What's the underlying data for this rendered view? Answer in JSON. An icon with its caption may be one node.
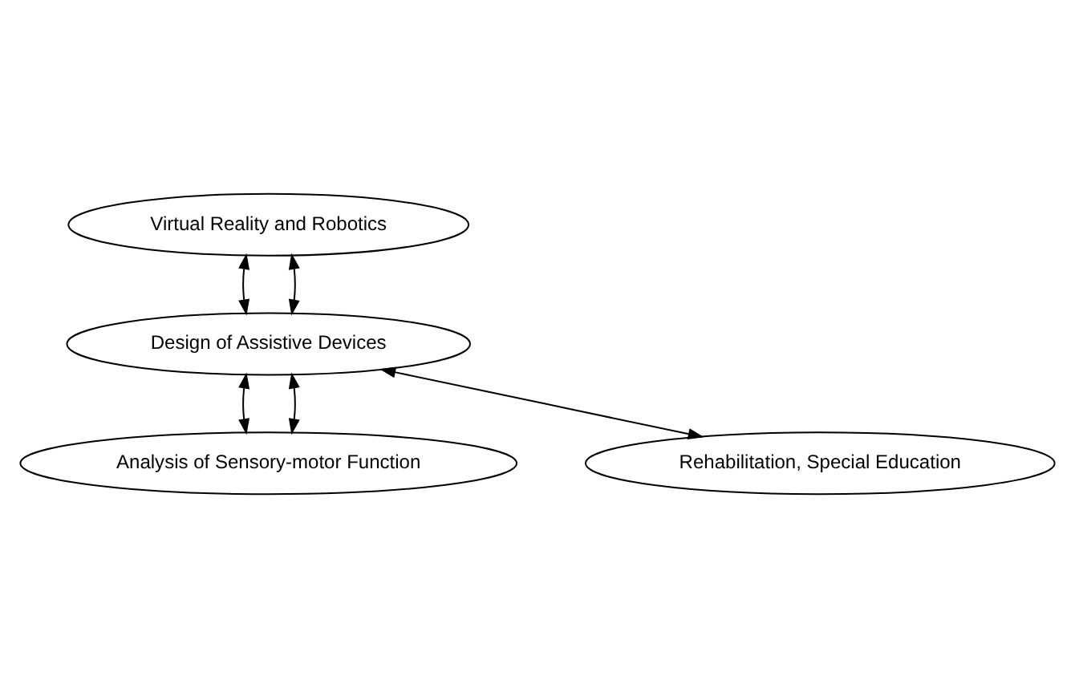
{
  "diagram": {
    "nodes": [
      {
        "text": [
          "Virtual Reality and Robotics"
        ]
      },
      {
        "text": [
          "Design of Assistive Devices"
        ]
      },
      {
        "text": [
          "Analysis of Sensory-motor Function"
        ]
      },
      {
        "text": [
          "Rehabilitation, Special Education"
        ]
      }
    ],
    "edges": [
      {
        "from": 1,
        "to": 0,
        "arrow": "both"
      },
      {
        "from": 1,
        "to": 0,
        "arrow": "both"
      },
      {
        "from": 2,
        "to": 1,
        "arrow": "both"
      },
      {
        "from": 2,
        "to": 1,
        "arrow": "both"
      },
      {
        "from": 3,
        "to": 1,
        "arrow": "both"
      }
    ]
  }
}
